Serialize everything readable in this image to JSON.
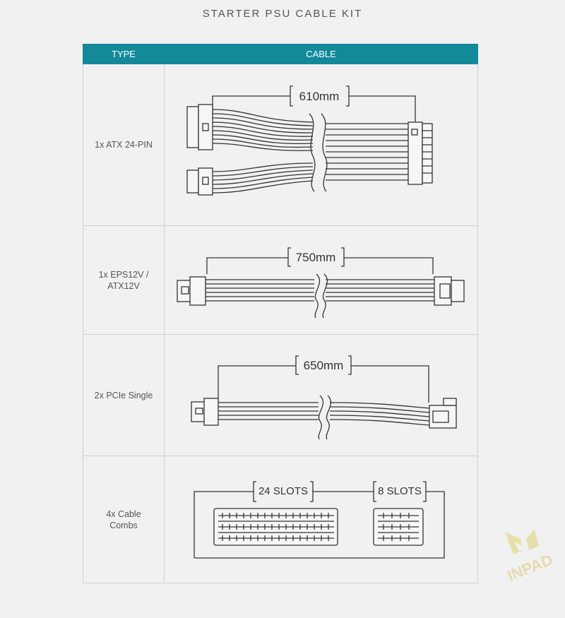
{
  "title": "STARTER PSU CABLE KIT",
  "table": {
    "headers": {
      "type": "TYPE",
      "cable": "CABLE"
    },
    "rows": [
      {
        "type": "1x ATX 24-PIN",
        "length": "610mm"
      },
      {
        "type": "1x EPS12V /\nATX12V",
        "length": "750mm"
      },
      {
        "type": "2x PCIe Single",
        "length": "650mm"
      },
      {
        "type": "4x Cable\nCombs",
        "label_left": "24 SLOTS",
        "label_right": "8 SLOTS"
      }
    ]
  },
  "watermark": {
    "text": "INPAD",
    "color": "#e8dfa4"
  },
  "colors": {
    "header": "#13899a",
    "line": "#333333",
    "border": "#cfcfcf"
  }
}
